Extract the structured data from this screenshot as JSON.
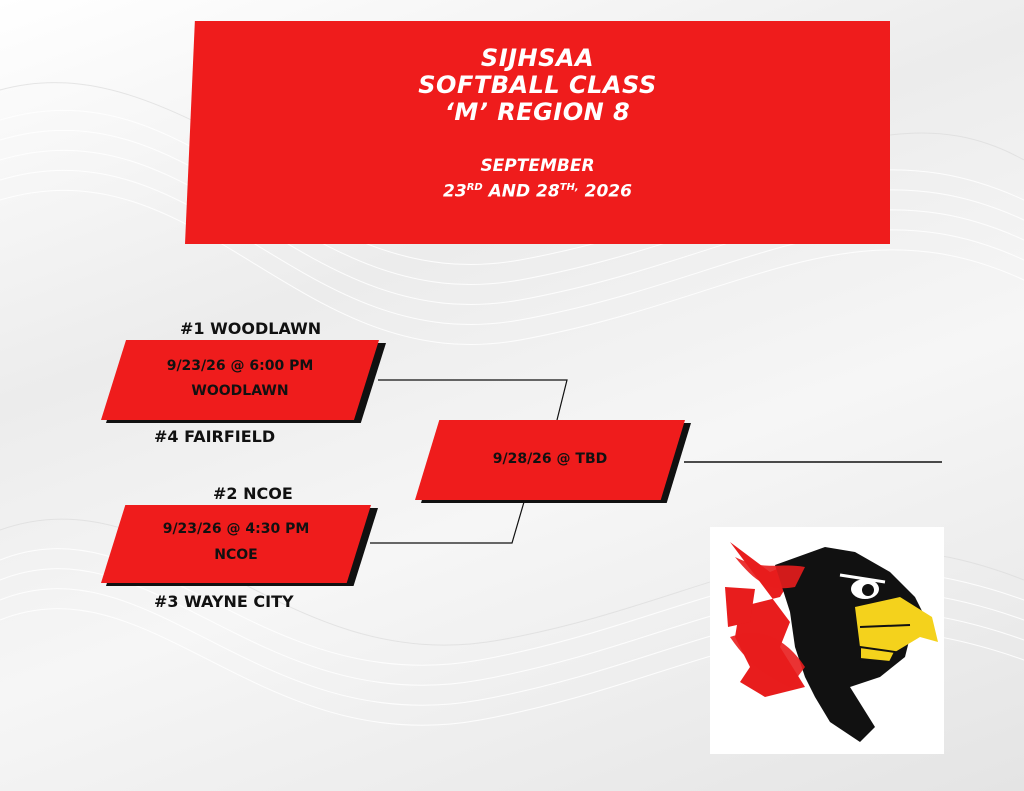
{
  "header": {
    "title_lines": [
      "SIJHSAA",
      "SOFTBALL CLASS",
      "‘M’ REGION 8"
    ],
    "date_month": "SEPTEMBER",
    "date_day1": "23",
    "date_sup1": "RD",
    "date_and": " AND 28",
    "date_sup2": "TH,",
    "date_year": " 2026"
  },
  "teams": {
    "seed1": "#1 WOODLAWN",
    "seed4": "#4 FAIRFIELD",
    "seed2": "#2 NCOE",
    "seed3": "#3 WAYNE CITY"
  },
  "games": {
    "game1_time": "9/23/26 @ 6:00 PM",
    "game1_site": "WOODLAWN",
    "game2_time": "9/23/26 @ 4:30 PM",
    "game2_site": "NCOE",
    "final_time": "9/28/26 @ TBD"
  },
  "colors": {
    "accent": "#ef1c1c",
    "text": "#111111",
    "logo_yellow": "#f4d21c"
  },
  "logo": {
    "icon": "redbird-mascot-icon"
  }
}
